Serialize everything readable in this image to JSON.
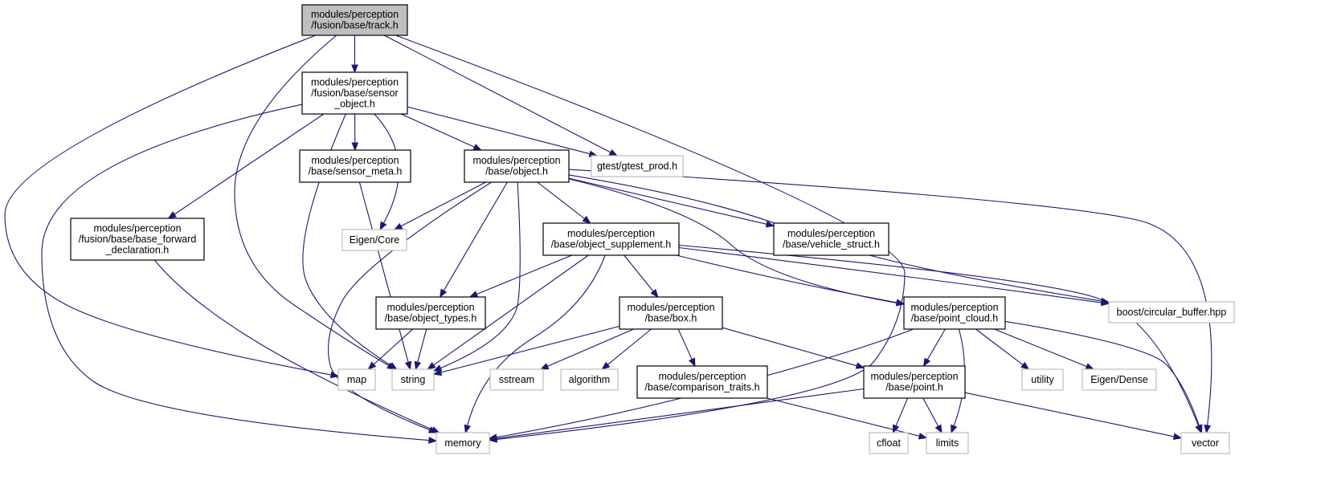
{
  "colors": {
    "edge": "#191970",
    "box_border": "#000000",
    "external_border": "#bfbfbf",
    "root_fill": "#bfbfbf",
    "node_fill": "#ffffff"
  },
  "nodes": {
    "track_h": {
      "lines": [
        "modules/perception",
        "/fusion/base/track.h"
      ],
      "style": "root"
    },
    "sensor_object_h": {
      "lines": [
        "modules/perception",
        "/fusion/base/sensor",
        "_object.h"
      ],
      "style": "file"
    },
    "gtest_prod_h": {
      "lines": [
        "gtest/gtest_prod.h"
      ],
      "style": "external"
    },
    "sensor_meta_h": {
      "lines": [
        "modules/perception",
        "/base/sensor_meta.h"
      ],
      "style": "file"
    },
    "object_h": {
      "lines": [
        "modules/perception",
        "/base/object.h"
      ],
      "style": "file"
    },
    "base_forward_h": {
      "lines": [
        "modules/perception",
        "/fusion/base/base_forward",
        "_declaration.h"
      ],
      "style": "file"
    },
    "eigen_core": {
      "lines": [
        "Eigen/Core"
      ],
      "style": "external"
    },
    "object_supplement_h": {
      "lines": [
        "modules/perception",
        "/base/object_supplement.h"
      ],
      "style": "file"
    },
    "vehicle_struct_h": {
      "lines": [
        "modules/perception",
        "/base/vehicle_struct.h"
      ],
      "style": "file"
    },
    "circular_buffer": {
      "lines": [
        "boost/circular_buffer.hpp"
      ],
      "style": "external"
    },
    "object_types_h": {
      "lines": [
        "modules/perception",
        "/base/object_types.h"
      ],
      "style": "file"
    },
    "box_h": {
      "lines": [
        "modules/perception",
        "/base/box.h"
      ],
      "style": "file"
    },
    "point_cloud_h": {
      "lines": [
        "modules/perception",
        "/base/point_cloud.h"
      ],
      "style": "file"
    },
    "map": {
      "lines": [
        "map"
      ],
      "style": "external"
    },
    "string": {
      "lines": [
        "string"
      ],
      "style": "external"
    },
    "sstream": {
      "lines": [
        "sstream"
      ],
      "style": "external"
    },
    "algorithm": {
      "lines": [
        "algorithm"
      ],
      "style": "external"
    },
    "comparison_traits_h": {
      "lines": [
        "modules/perception",
        "/base/comparison_traits.h"
      ],
      "style": "file"
    },
    "point_h": {
      "lines": [
        "modules/perception",
        "/base/point.h"
      ],
      "style": "file"
    },
    "utility": {
      "lines": [
        "utility"
      ],
      "style": "external"
    },
    "eigen_dense": {
      "lines": [
        "Eigen/Dense"
      ],
      "style": "external"
    },
    "memory": {
      "lines": [
        "memory"
      ],
      "style": "external"
    },
    "cfloat": {
      "lines": [
        "cfloat"
      ],
      "style": "external"
    },
    "limits": {
      "lines": [
        "limits"
      ],
      "style": "external"
    },
    "vector": {
      "lines": [
        "vector"
      ],
      "style": "external"
    }
  },
  "edges": [
    [
      "track_h",
      "sensor_object_h"
    ],
    [
      "track_h",
      "gtest_prod_h"
    ],
    [
      "track_h",
      "map"
    ],
    [
      "track_h",
      "string"
    ],
    [
      "track_h",
      "memory"
    ],
    [
      "sensor_object_h",
      "sensor_meta_h"
    ],
    [
      "sensor_object_h",
      "object_h"
    ],
    [
      "sensor_object_h",
      "gtest_prod_h"
    ],
    [
      "sensor_object_h",
      "base_forward_h"
    ],
    [
      "sensor_object_h",
      "eigen_core"
    ],
    [
      "sensor_object_h",
      "string"
    ],
    [
      "sensor_object_h",
      "memory"
    ],
    [
      "sensor_meta_h",
      "string"
    ],
    [
      "object_h",
      "eigen_core"
    ],
    [
      "object_h",
      "object_supplement_h"
    ],
    [
      "object_h",
      "vehicle_struct_h"
    ],
    [
      "object_h",
      "circular_buffer"
    ],
    [
      "object_h",
      "vector"
    ],
    [
      "object_h",
      "object_types_h"
    ],
    [
      "object_h",
      "string"
    ],
    [
      "object_h",
      "memory"
    ],
    [
      "object_h",
      "point_cloud_h"
    ],
    [
      "base_forward_h",
      "memory"
    ],
    [
      "object_supplement_h",
      "object_types_h"
    ],
    [
      "object_supplement_h",
      "box_h"
    ],
    [
      "object_supplement_h",
      "point_cloud_h"
    ],
    [
      "object_supplement_h",
      "circular_buffer"
    ],
    [
      "object_supplement_h",
      "string"
    ],
    [
      "object_supplement_h",
      "memory"
    ],
    [
      "object_supplement_h",
      "vector"
    ],
    [
      "object_types_h",
      "map"
    ],
    [
      "object_types_h",
      "string"
    ],
    [
      "box_h",
      "string"
    ],
    [
      "box_h",
      "sstream"
    ],
    [
      "box_h",
      "algorithm"
    ],
    [
      "box_h",
      "comparison_traits_h"
    ],
    [
      "box_h",
      "point_h"
    ],
    [
      "point_cloud_h",
      "point_h"
    ],
    [
      "point_cloud_h",
      "utility"
    ],
    [
      "point_cloud_h",
      "eigen_dense"
    ],
    [
      "point_cloud_h",
      "vector"
    ],
    [
      "point_cloud_h",
      "limits"
    ],
    [
      "point_cloud_h",
      "memory"
    ],
    [
      "comparison_traits_h",
      "limits"
    ],
    [
      "point_h",
      "cfloat"
    ],
    [
      "point_h",
      "limits"
    ],
    [
      "point_h",
      "memory"
    ],
    [
      "point_h",
      "vector"
    ]
  ]
}
